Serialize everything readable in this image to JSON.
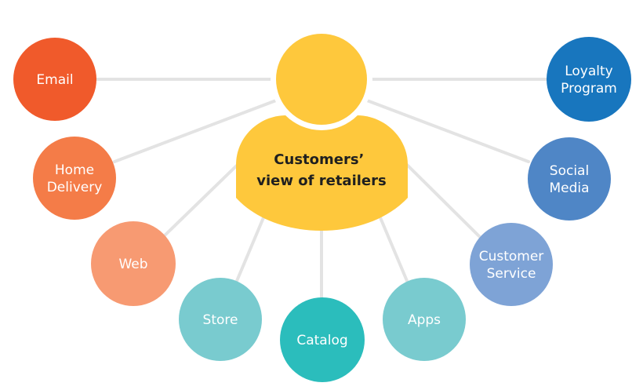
{
  "center": {
    "lines": [
      "Customers’",
      "view of retailers"
    ],
    "color": "#fec83c"
  },
  "nodes": [
    {
      "id": "email",
      "lines": [
        "Email"
      ],
      "color": "#f05a2b"
    },
    {
      "id": "home-delivery",
      "lines": [
        "Home",
        "Delivery"
      ],
      "color": "#f47c48"
    },
    {
      "id": "web",
      "lines": [
        "Web"
      ],
      "color": "#f79a72"
    },
    {
      "id": "store",
      "lines": [
        "Store"
      ],
      "color": "#79cbcf"
    },
    {
      "id": "catalog",
      "lines": [
        "Catalog"
      ],
      "color": "#2bbdbc"
    },
    {
      "id": "apps",
      "lines": [
        "Apps"
      ],
      "color": "#79cbcf"
    },
    {
      "id": "customer-service",
      "lines": [
        "Customer",
        "Service"
      ],
      "color": "#7ea3d6"
    },
    {
      "id": "social-media",
      "lines": [
        "Social",
        "Media"
      ],
      "color": "#4f86c6"
    },
    {
      "id": "loyalty-program",
      "lines": [
        "Loyalty",
        "Program"
      ],
      "color": "#1876be"
    }
  ],
  "connector_color": "#e3e3e3"
}
